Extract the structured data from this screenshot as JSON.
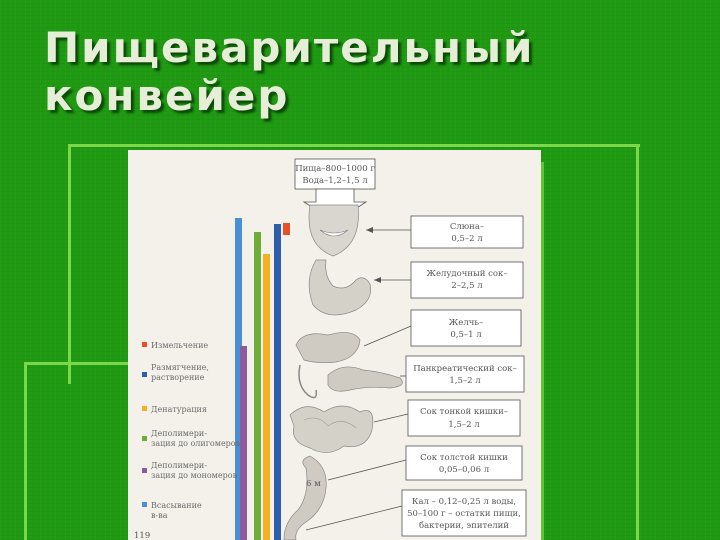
{
  "slide": {
    "title_line1": "Пищеварительный",
    "title_line2": "конвейер"
  },
  "diagram": {
    "page_number": "119",
    "food_box": {
      "line1": "Пища–800–1000 г",
      "line2": "Вода–1,2–1,5 л"
    },
    "secretions": [
      {
        "line1": "Слюна–",
        "line2": "0,5–2 л"
      },
      {
        "line1": "Желудочный сок–",
        "line2": "2–2,5 л"
      },
      {
        "line1": "Желчь–",
        "line2": "0,5–1 л"
      },
      {
        "line1": "Панкреатический сок–",
        "line2": "1,5–2 л"
      },
      {
        "line1": "Сок тонкой кишки–",
        "line2": "1,5–2 л"
      },
      {
        "line1": "Сок толстой кишки",
        "line2": "0,05–0,06 л"
      },
      {
        "line1": "Кал – 0,12–0,25 л воды,",
        "line2": "50–100 г – остатки пищи,",
        "line3": "бактерии, эпителий"
      }
    ],
    "legend": [
      {
        "label_line1": "Измельчение",
        "label_line2": "",
        "color": "#e8502a"
      },
      {
        "label_line1": "Размягчение,",
        "label_line2": "растворение",
        "color": "#2f5fa8"
      },
      {
        "label_line1": "Денатурация",
        "label_line2": "",
        "color": "#f2b124"
      },
      {
        "label_line1": "Деполимери-",
        "label_line2": "зация до олигомеров",
        "color": "#6fad3a"
      },
      {
        "label_line1": "Деполимери-",
        "label_line2": "зация до мономеров",
        "color": "#8a5c9e"
      },
      {
        "label_line1": "Всасывание",
        "label_line2": "в-ва",
        "color": "#4a8fd6"
      }
    ],
    "colon_label": "6 м"
  }
}
